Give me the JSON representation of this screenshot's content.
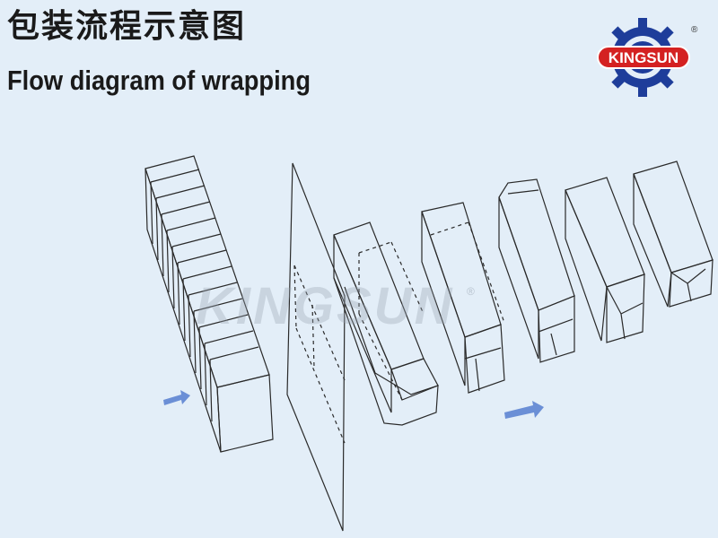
{
  "header": {
    "title_cn": "包装流程示意图",
    "title_en": "Flow diagram of wrapping"
  },
  "logo": {
    "brand": "KINGSUN",
    "registered": "®",
    "colors": {
      "gear": "#1e3d9a",
      "banner": "#d42121",
      "text": "#ffffff"
    }
  },
  "watermark": {
    "text": "KINGSUN",
    "registered": "®"
  },
  "diagram": {
    "stages": [
      "paper-stack",
      "wrapping-sheet",
      "wrap-stage-1",
      "wrap-stage-2",
      "wrap-stage-3",
      "wrap-stage-4",
      "wrap-stage-5"
    ],
    "arrow_color": "#6b8fd6"
  }
}
